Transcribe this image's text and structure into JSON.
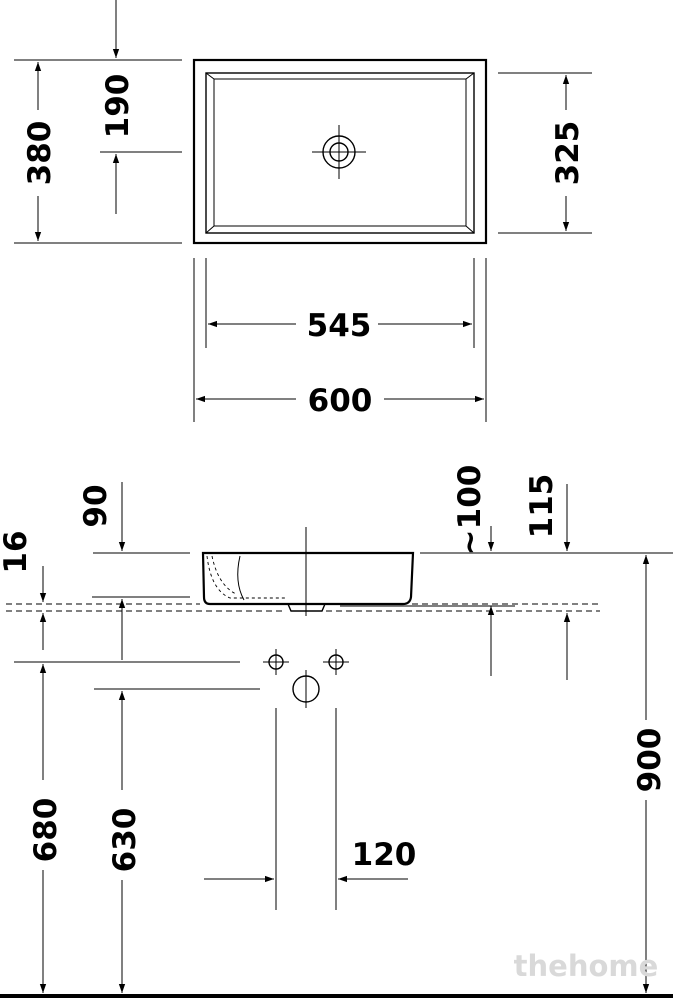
{
  "top_view": {
    "dimensions": {
      "overall_depth": "380",
      "waste_offset": "190",
      "inner_depth": "325",
      "inner_width": "545",
      "overall_width": "600"
    }
  },
  "side_view": {
    "dimensions": {
      "rim_to_tap": "90",
      "worktop_thickness": "16",
      "height_approx": "~100",
      "height": "115",
      "mounting_height": "900",
      "supply_height": "680",
      "waste_height": "630",
      "supply_spacing": "120"
    }
  },
  "watermark": "thehome"
}
